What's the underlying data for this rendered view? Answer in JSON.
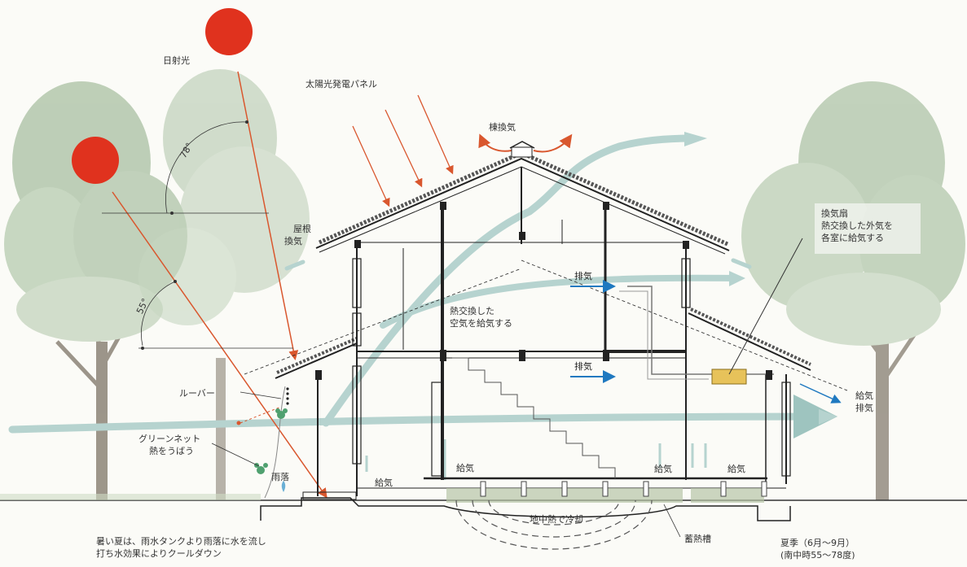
{
  "labels": {
    "sunlight": "日射光",
    "solar_panel": "太陽光発電パネル",
    "ridge_vent": "棟換気",
    "eave_vent_1": "屋根",
    "eave_vent_2": "換気",
    "angle_high": "78°",
    "angle_low": "55°",
    "exhaust_upper": "排気",
    "exhaust_lower": "排気",
    "heat_exchange_1": "熱交換した",
    "heat_exchange_2": "空気を給気する",
    "fan_1": "換気扇",
    "fan_2": "熱交換した外気を",
    "fan_3": "各室に給気する",
    "louver": "ルーバー",
    "green_net_1": "グリーンネット",
    "green_net_2": "熱をうばう",
    "rain_chain": "雨落",
    "supply_1": "給気",
    "supply_2": "給気",
    "supply_3": "給気",
    "supply_4": "給気",
    "supply_exhaust_1": "給気",
    "supply_exhaust_2": "排気",
    "geothermal": "地中熱で冷却",
    "thermal_storage": "蓄熱槽",
    "footnote_1": "暑い夏は、雨水タンクより雨落に水を流し",
    "footnote_2": "打ち水効果によりクールダウン",
    "season_1": "夏季（6月〜9月）",
    "season_2": "(南中時55〜78度)"
  },
  "colors": {
    "sun": "#e0321e",
    "sun_ray": "#d9572e",
    "airflow": "#b6d3cf",
    "blue_arrow": "#1f79c0",
    "structure": "#222222",
    "tree": "#9fb899",
    "fan_box": "#e7c25a"
  }
}
